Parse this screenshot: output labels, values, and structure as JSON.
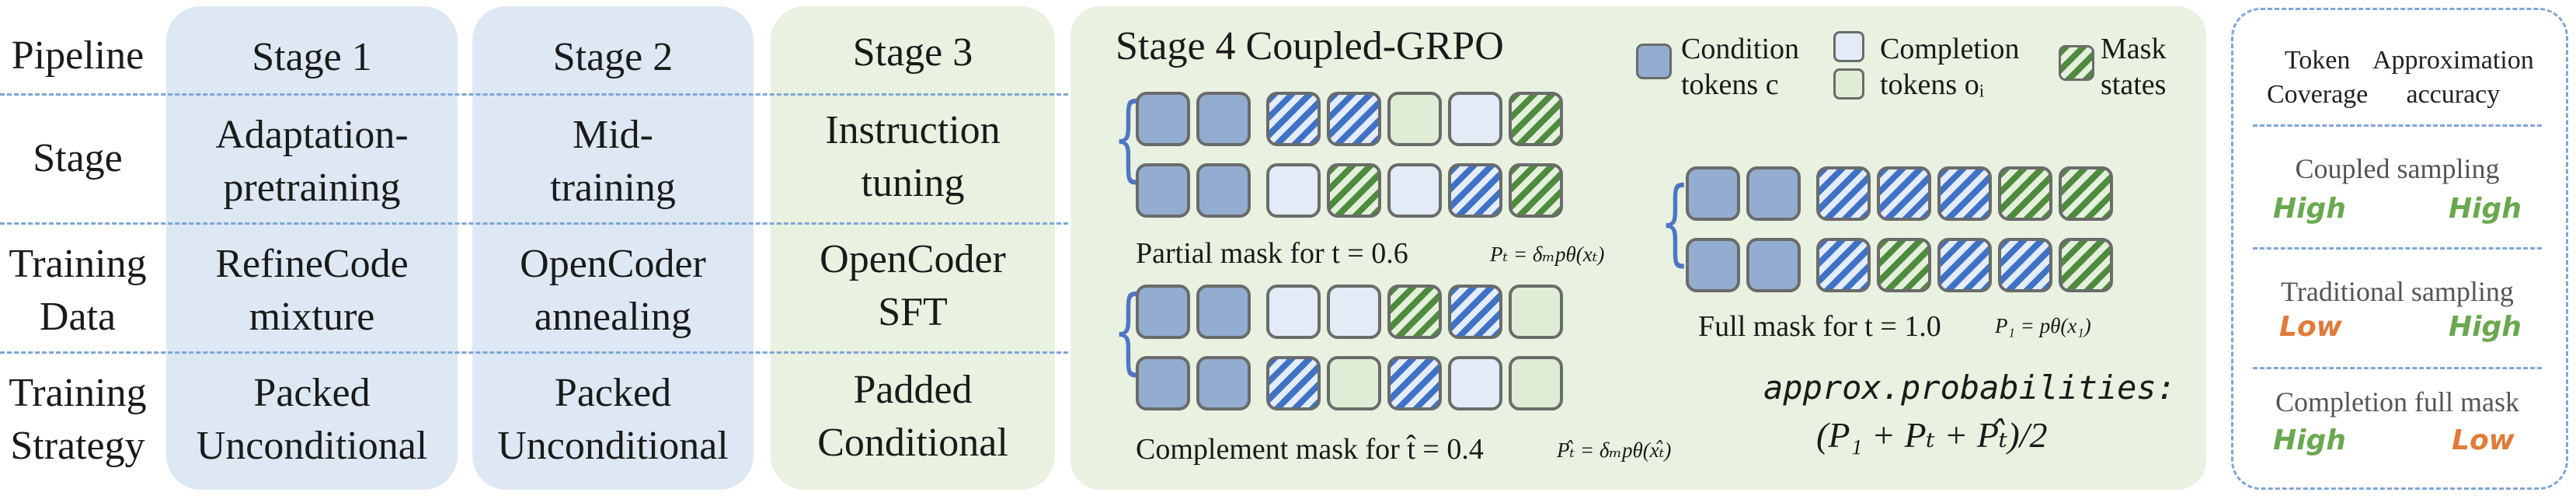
{
  "row_labels": {
    "pipeline": "Pipeline",
    "stage": "Stage",
    "training_data": [
      "Training",
      "Data"
    ],
    "training_strategy": [
      "Training",
      "Strategy"
    ]
  },
  "stages": [
    {
      "title": "Stage 1",
      "stage": [
        "Adaptation-",
        "pretraining"
      ],
      "data": [
        "RefineCode",
        "mixture"
      ],
      "strategy": [
        "Packed",
        "Unconditional"
      ]
    },
    {
      "title": "Stage 2",
      "stage": [
        "Mid-",
        "training"
      ],
      "data": [
        "OpenCoder",
        "annealing"
      ],
      "strategy": [
        "Packed",
        "Unconditional"
      ]
    },
    {
      "title": "Stage 3",
      "stage": [
        "Instruction",
        "tuning"
      ],
      "data": [
        "OpenCoder",
        "SFT"
      ],
      "strategy": [
        "Padded",
        "Conditional"
      ]
    }
  ],
  "stage4": {
    "title": "Stage 4 Coupled-GRPO",
    "legend": {
      "condition": [
        "Condition",
        "tokens c"
      ],
      "completion": [
        "Completion",
        "tokens oᵢ"
      ],
      "mask": [
        "Mask",
        "states"
      ]
    },
    "partial_caption": "Partial mask for t = 0.6",
    "partial_prob": "Pₜ = δₘpθ(xₜ)",
    "complement_caption": "Complement mask for t̂ = 0.4",
    "complement_prob": "Pₜ̂ = δₘpθ(xₜ̂)",
    "full_caption": "Full mask for t = 1.0",
    "full_prob": "P₁ = pθ(x₁)",
    "approx_label": "approx.probabilities:",
    "approx_formula": "(P₁ + Pₜ + Pₜ̂)/2",
    "rows": {
      "partial_1": [
        "cond",
        "cond",
        "mask-b",
        "mask-b",
        "comp-g",
        "comp-b",
        "mask-g"
      ],
      "partial_2": [
        "cond",
        "cond",
        "comp-b",
        "mask-g",
        "comp-b",
        "mask-b",
        "mask-g"
      ],
      "complement_1": [
        "cond",
        "cond",
        "comp-b",
        "comp-b",
        "mask-g",
        "mask-b",
        "comp-g"
      ],
      "complement_2": [
        "cond",
        "cond",
        "mask-b",
        "comp-g",
        "mask-b",
        "comp-b",
        "comp-g"
      ],
      "full_1": [
        "cond",
        "cond",
        "mask-b",
        "mask-b",
        "mask-b",
        "mask-g",
        "mask-g"
      ],
      "full_2": [
        "cond",
        "cond",
        "mask-b",
        "mask-g",
        "mask-b",
        "mask-b",
        "mask-g"
      ]
    }
  },
  "comparison": {
    "col1": [
      "Token",
      "Coverage"
    ],
    "col2": [
      "Approximation",
      "accuracy"
    ],
    "rows": [
      {
        "name": "Coupled sampling",
        "coverage": "High",
        "accuracy": "High"
      },
      {
        "name": "Traditional sampling",
        "coverage": "Low",
        "accuracy": "High"
      },
      {
        "name": "Completion full mask",
        "coverage": "High",
        "accuracy": "Low"
      }
    ],
    "colors": {
      "high": "#6aa84f",
      "low": "#e07b39"
    }
  }
}
